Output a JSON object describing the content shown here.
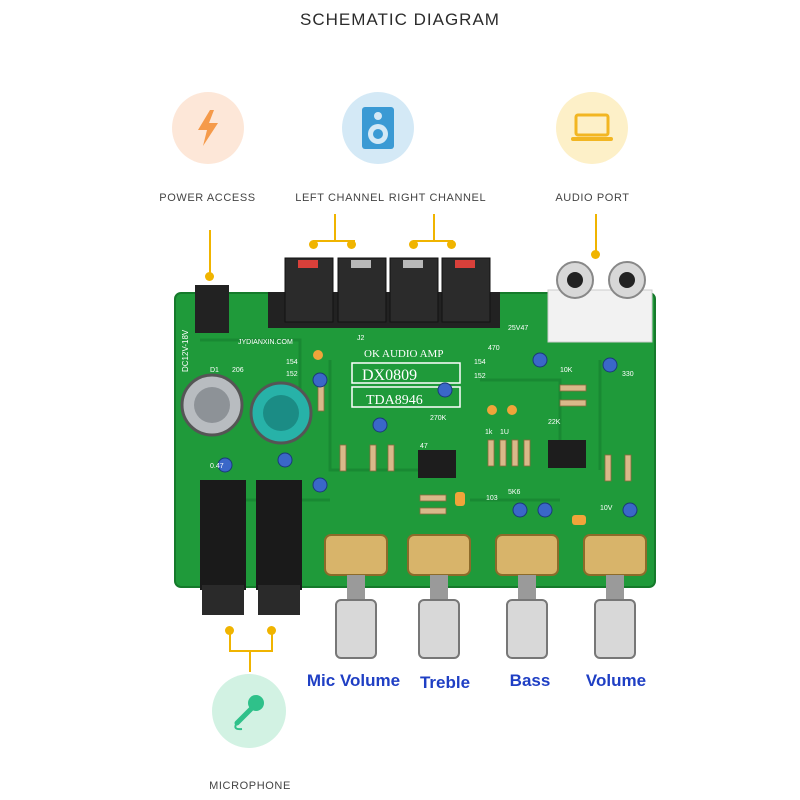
{
  "title": "SCHEMATIC DIAGRAM",
  "features": {
    "power": {
      "label": "POWER ACCESS",
      "icon": "lightning-icon",
      "color": "#f59a4a",
      "bg": "#fde7d8"
    },
    "speaker": {
      "label_left": "LEFT CHANNEL",
      "label_right": "RIGHT CHANNEL",
      "icon": "speaker-icon",
      "color": "#3b9ad4",
      "bg": "#d4e9f6"
    },
    "audio": {
      "label": "AUDIO PORT",
      "icon": "laptop-icon",
      "color": "#f2b622",
      "bg": "#fdf0c8"
    },
    "mic": {
      "label": "MICROPHONE",
      "icon": "microphone-icon",
      "color": "#2fc18a",
      "bg": "#d2f2e3"
    }
  },
  "board": {
    "silk_top": "OK AUDIO AMP",
    "model": "DX0809",
    "chip": "TDA8946",
    "site": "JYDIANXIN.COM",
    "voltage": "DC12V-18V",
    "markings": [
      "J2",
      "D1",
      "206",
      "154",
      "152",
      "470",
      "154",
      "152",
      "330",
      "10K",
      "22K",
      "270K",
      "47",
      "1k",
      "1U",
      "103",
      "5K6",
      "25V47",
      "0.47",
      "10V"
    ]
  },
  "knobs": [
    "Mic Volume",
    "Treble",
    "Bass",
    "Volume"
  ],
  "colors": {
    "accent_yellow": "#f0b400",
    "knob_label": "#1f3fc4",
    "pcb": "#1f9a3a"
  }
}
